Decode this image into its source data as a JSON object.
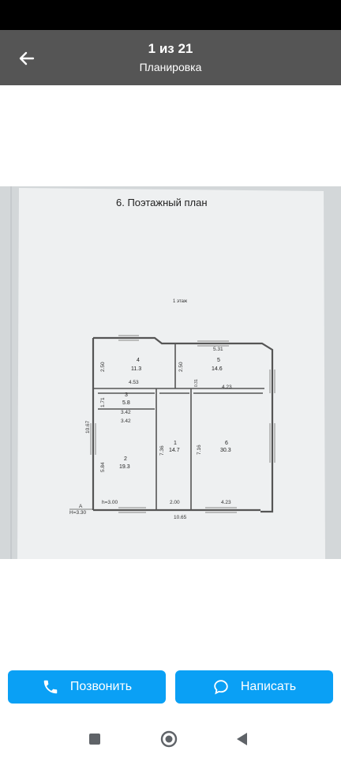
{
  "header": {
    "counter": "1 из 21",
    "subtitle": "Планировка"
  },
  "plan": {
    "title": "6. Поэтажный план",
    "floor": "1 этаж",
    "rooms": [
      {
        "num": "4",
        "area": "11.3"
      },
      {
        "num": "5",
        "area": "14.6"
      },
      {
        "num": "3",
        "area": "5.8"
      },
      {
        "num": "1",
        "area": "14.7"
      },
      {
        "num": "6",
        "area": "30.3"
      },
      {
        "num": "2",
        "area": "19.3"
      }
    ],
    "dims": [
      "2.50",
      "4.53",
      "2.50",
      "5.31",
      "4.23",
      "0.31",
      "1.71",
      "3.42",
      "3.42",
      "10.67",
      "7.36",
      "7.16",
      "5.84",
      "h=3.00",
      "2.00",
      "4.23",
      "10.65",
      "H=3.30",
      "A"
    ]
  },
  "actions": {
    "call": "Позвонить",
    "write": "Написать"
  }
}
